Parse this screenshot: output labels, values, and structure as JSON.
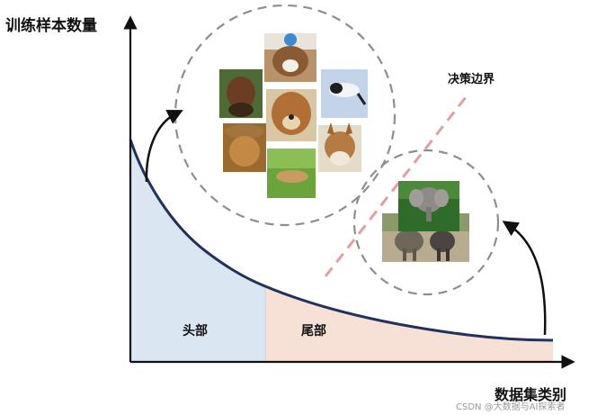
{
  "diagram": {
    "y_axis_label": "训练样本数量",
    "x_axis_label": "数据集类别",
    "decision_boundary_label": "决策边界",
    "head_region_label": "头部",
    "tail_region_label": "尾部"
  },
  "watermark": "CSDN @大数据与AI探索者",
  "colors": {
    "head_fill": "#dbe6f3",
    "tail_fill": "#f7e1d6",
    "curve": "#22325a",
    "axis": "#111111",
    "circle_dash": "#8e8e8e",
    "boundary_dash": "#e0a0a0"
  },
  "photos": {
    "head_class": [
      "dog-in-hat-photo",
      "dog-portrait-photo",
      "dog-running-photo",
      "dog-golden-photo",
      "dog-hat-photo",
      "dog-shepherd-photo",
      "dog-lying-grass-photo"
    ],
    "tail_class": [
      "elephant-photo",
      "elephant-pair-photo"
    ]
  }
}
